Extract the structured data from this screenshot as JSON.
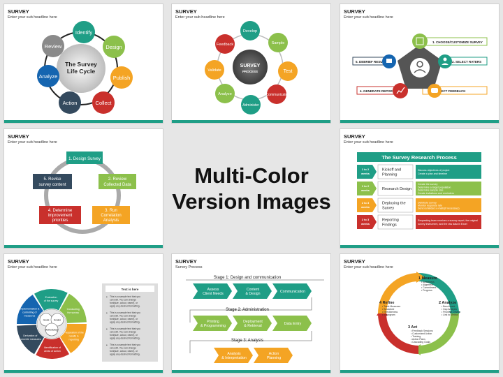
{
  "common": {
    "title": "SURVEY",
    "sub": "Enter your sub headline here",
    "sub_process": "Survey Process"
  },
  "center": {
    "line1": "Multi-Color",
    "line2": "Version Images"
  },
  "colors": {
    "teal": "#1f9e86",
    "green": "#8cc04b",
    "orange": "#f4a424",
    "red": "#c9302c",
    "navy": "#344a5e",
    "blue": "#1565b0",
    "grey": "#8a8a8a"
  },
  "s1": {
    "center1": "The Survey",
    "center2": "Life Cycle",
    "steps": [
      "Identify",
      "Design",
      "Publish",
      "Collect",
      "Action",
      "Analyze",
      "Review"
    ]
  },
  "s2": {
    "center1": "SURVEY",
    "center2": "PROCESS",
    "steps": [
      "Develop",
      "Sample",
      "Test",
      "Communicate",
      "Administer",
      "Analyze",
      "Validate",
      "Feedback"
    ]
  },
  "s3": {
    "labels": [
      "1. CHOOSE/CUSTOMIZE SURVEY",
      "2. SELECT RATERS",
      "3. COLLECT FEEDBACK",
      "4. GENERATE REPORTS",
      "5. DEBRIEF RESULTS"
    ]
  },
  "s4": {
    "boxes": [
      [
        "1. Design Survey"
      ],
      [
        "2. Review",
        "Collected Data"
      ],
      [
        "3. Run",
        "Correlation",
        "Analysis"
      ],
      [
        "4. Determine",
        "improvement",
        "priorities"
      ],
      [
        "5. Revise",
        "survey content"
      ]
    ]
  },
  "s5": {
    "title": "The Survey Research Process",
    "rows": [
      {
        "weeks": [
          "1 to 2",
          "weeks"
        ],
        "step": [
          "Kickoff and",
          "Planning"
        ],
        "desc": [
          "Discuss objectives of project",
          "Create a plan and timeline"
        ]
      },
      {
        "weeks": [
          "1 to 2",
          "weeks"
        ],
        "step": [
          "Research Design"
        ],
        "desc": [
          "Create the survey",
          "Determine a target population",
          "Determine sample size",
          "Create invitations and reminders"
        ]
      },
      {
        "weeks": [
          "2 to 3",
          "weeks"
        ],
        "step": [
          "Deploying the",
          "Survey"
        ],
        "desc": [
          "Distribute survey",
          "Monitor response rate",
          "Send reminders e-mails(if necessary)"
        ]
      },
      {
        "weeks": [
          "2 to 3",
          "weeks"
        ],
        "step": [
          "Reporting",
          "Findings"
        ],
        "desc": [
          "Requesting team receives a survey report, the original",
          "survey instrument, and the raw data in Excel"
        ]
      }
    ]
  },
  "s6": {
    "panel_title": "Text is here",
    "segments": [
      [
        "Evaluation",
        "of the survey"
      ],
      [
        "Conducting",
        "the survey"
      ],
      [
        "Preparation of the",
        "results &",
        "reporting"
      ],
      [
        "Identification of",
        "areas of action"
      ],
      [
        "Derivation of",
        "concrete measures"
      ],
      [
        "Implementation &",
        "controlling of",
        "measures"
      ]
    ],
    "inner": [
      "Goals",
      "Scales",
      "Methodology"
    ],
    "para": [
      "This is a sample text that you",
      "can edit. You can change",
      "font(size, colour, name), or",
      "apply any desired formatting."
    ]
  },
  "s7": {
    "stages": [
      "Stage 1: Design and communication",
      "Stage 2: Administration",
      "Stage 3: Analysis"
    ],
    "row1": [
      [
        "Assess",
        "Client Needs"
      ],
      [
        "Content",
        "& Design"
      ],
      [
        "Communication"
      ]
    ],
    "row2": [
      [
        "Printing",
        "& Programming"
      ],
      [
        "Deployment",
        "& Retrieval"
      ],
      [
        "Data Entry"
      ]
    ],
    "row3": [
      [
        "Analysis",
        "& Interpretation"
      ],
      [
        "Action",
        "Planning"
      ]
    ]
  },
  "s8": {
    "items": [
      {
        "head": "1 Measure",
        "bul": [
          "Awareness",
          "Alignment",
          "Commitment",
          "Progress"
        ]
      },
      {
        "head": "2 Analyze",
        "bul": [
          "Benchmark",
          "Gap Analysis",
          "Prioritize Drivers",
          "Link to Metrics"
        ]
      },
      {
        "head": "3 Act",
        "bul": [
          "Feedback Sessions",
          "Customized Action",
          "Training",
          "Action Plans",
          "Cascading Goals"
        ]
      },
      {
        "head": "4 Refine",
        "bul": [
          "Track Measures",
          "Sustained",
          "Effectiveness",
          "of program"
        ]
      }
    ]
  }
}
